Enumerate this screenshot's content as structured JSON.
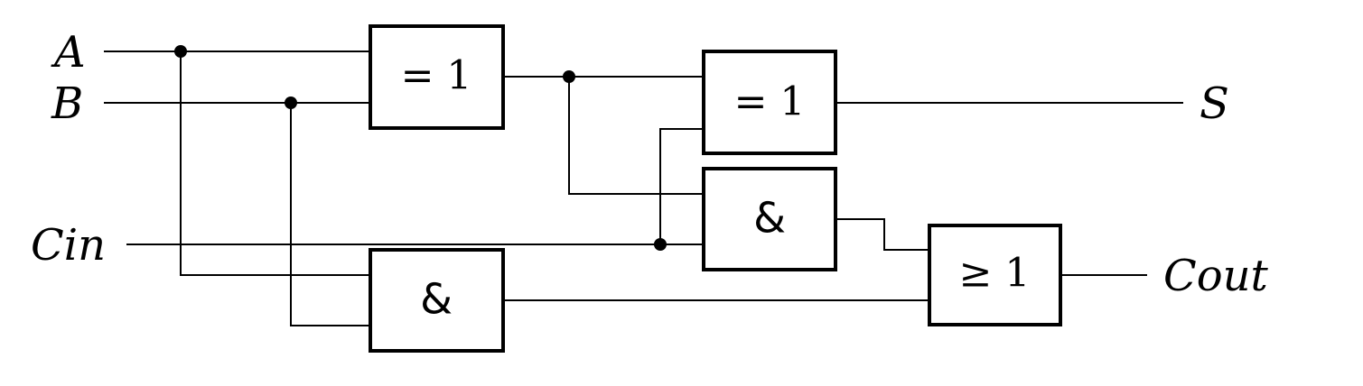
{
  "signals": {
    "a": "A",
    "b": "B",
    "cin": "Cin",
    "s": "S",
    "cout": "Cout"
  },
  "gates": {
    "xor1": "= 1",
    "xor2": "= 1",
    "and1": "&",
    "and2": "&",
    "or1": "≥ 1"
  }
}
